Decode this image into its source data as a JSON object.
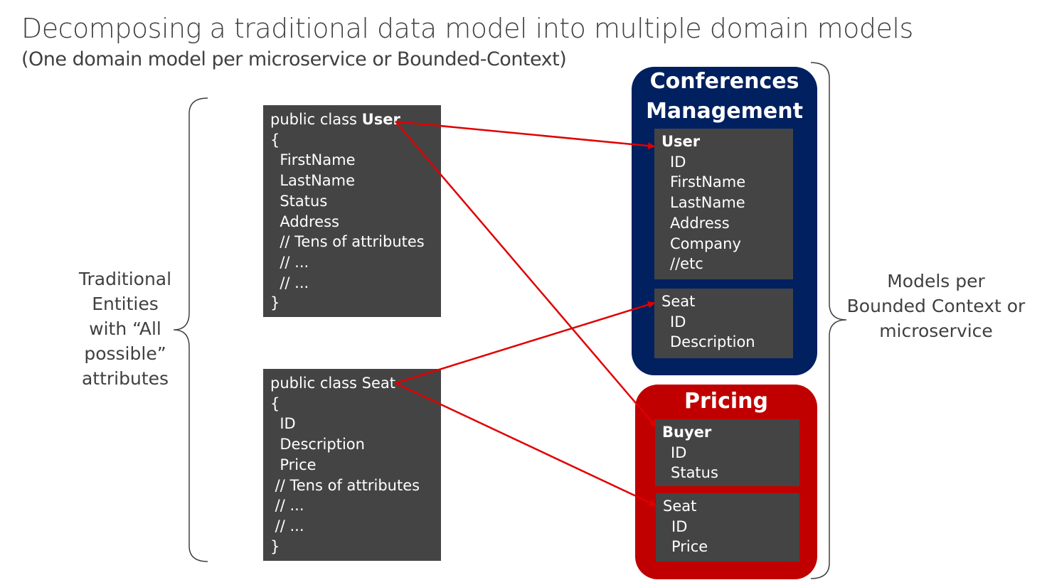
{
  "title": "Decomposing a traditional data model into multiple domain models",
  "subtitle": "(One domain model per microservice or Bounded-Context)",
  "left_label": [
    "Traditional",
    "Entities",
    "with “All",
    "possible”",
    "attributes"
  ],
  "right_label": [
    "Models per",
    "Bounded Context or",
    "microservice"
  ],
  "code_user": {
    "prefix": "public class ",
    "name": "User",
    "lines": [
      "{",
      "  FirstName",
      "  LastName",
      "  Status",
      "  Address",
      "  // Tens of attributes",
      "  // ...",
      "  // ...",
      "}"
    ]
  },
  "code_seat": {
    "prefix": "public class ",
    "name": "Seat",
    "lines": [
      "{",
      "  ID",
      "  Description",
      "  Price",
      " // Tens of attributes",
      " // ...",
      " // ...",
      "}"
    ]
  },
  "contexts": {
    "conferences": {
      "title_lines": [
        "Conferences",
        "Management"
      ],
      "color": "#002060",
      "user": {
        "name": "User",
        "attrs": [
          "ID",
          "FirstName",
          "LastName",
          "Address",
          "Company",
          "//etc"
        ]
      },
      "seat": {
        "name": "Seat",
        "attrs": [
          "ID",
          "Description"
        ]
      }
    },
    "pricing": {
      "title": "Pricing",
      "color": "#c00000",
      "buyer": {
        "name": "Buyer",
        "attrs": [
          "ID",
          "Status"
        ]
      },
      "seat": {
        "name": "Seat",
        "attrs": [
          "ID",
          "Price"
        ]
      }
    }
  },
  "arrow_color": "#e00000"
}
